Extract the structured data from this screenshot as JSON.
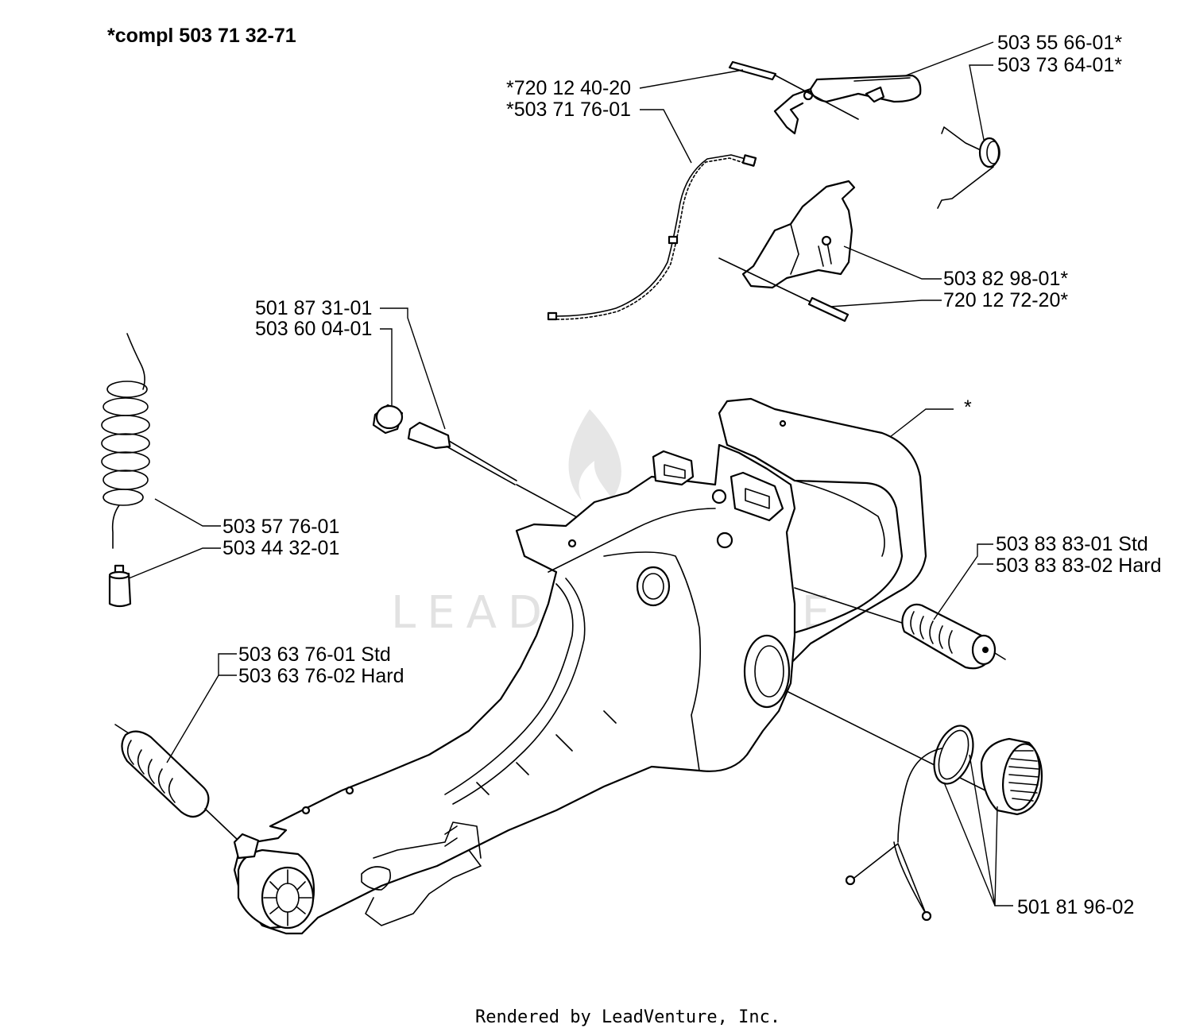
{
  "title": "*compl 503 71 32-71",
  "footer": "Rendered by LeadVenture, Inc.",
  "watermark": "LEADVENTURE",
  "labels": [
    {
      "id": "throttle-trigger",
      "text": "503 55 66-01*"
    },
    {
      "id": "trigger-spring",
      "text": "503 73 64-01*"
    },
    {
      "id": "pin-upper",
      "text": "*720 12 40-20"
    },
    {
      "id": "throttle-cable",
      "text": "*503 71 76-01"
    },
    {
      "id": "trigger-lockout",
      "text": "503 82 98-01*"
    },
    {
      "id": "pin-lower",
      "text": "720 12 72-20*"
    },
    {
      "id": "oil-filter",
      "text": "501 87 31-01"
    },
    {
      "id": "oil-pickup-tube",
      "text": "503 60 04-01"
    },
    {
      "id": "fuel-hose",
      "text": "503 57 76-01"
    },
    {
      "id": "fuel-filter",
      "text": "503 44 32-01"
    },
    {
      "id": "handle-housing",
      "text": "*"
    },
    {
      "id": "rear-av-element-std",
      "text": "503 83 83-01 Std"
    },
    {
      "id": "rear-av-element-hard",
      "text": "503 83 83-02 Hard"
    },
    {
      "id": "front-av-element-std",
      "text": "503 63 76-01 Std"
    },
    {
      "id": "front-av-element-hard",
      "text": "503 63 76-02 Hard"
    },
    {
      "id": "fuel-cap",
      "text": "501 81 96-02"
    }
  ]
}
